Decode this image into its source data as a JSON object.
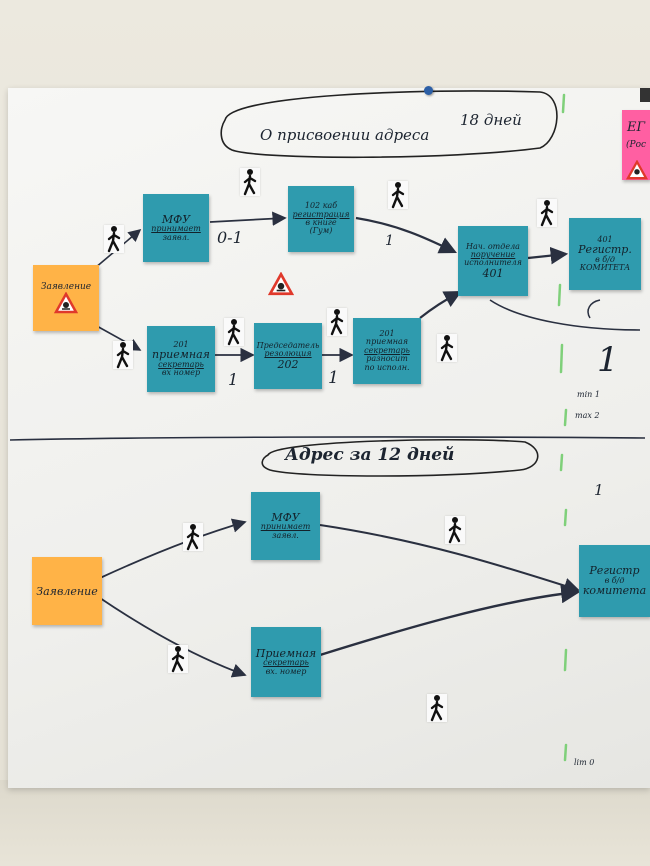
{
  "section1": {
    "title": "О присвоении адреса",
    "duration": "18 дней",
    "applicant": "Заявление",
    "notes": {
      "mfu": [
        "МФУ",
        "принимает",
        "заявл."
      ],
      "registration": [
        "102 каб",
        "регистрация",
        "в книге",
        "(Гум)"
      ],
      "dept_head": [
        "Нач. отдела",
        "поручение",
        "исполнителя",
        "401"
      ],
      "register": [
        "401",
        "Регистр.",
        "в б/д",
        "КОМИТЕТА"
      ],
      "reception": [
        "201",
        "приемная",
        "секретарь",
        "вх номер"
      ],
      "chairman": [
        "Председатель",
        "резолюция",
        "202"
      ],
      "secretary": [
        "201",
        "приемная",
        "секретарь",
        "разносит",
        "по исполн."
      ]
    },
    "labels": {
      "zero_one": "0-1",
      "one_a": "1",
      "one_b": "1",
      "one_c": "1",
      "big_one": "1",
      "min": "min 1",
      "max": "max 2"
    },
    "pink_note": [
      "ЕГ",
      "(Рос"
    ]
  },
  "section2": {
    "title": "Адрес за 12 дней",
    "applicant": "Заявление",
    "notes": {
      "mfu": [
        "МФУ",
        "принимает",
        "заявл."
      ],
      "reception": [
        "Приемная",
        "секретарь",
        "вх. номер"
      ],
      "register": [
        "Регистр",
        "в б/д",
        "комитета"
      ]
    },
    "labels": {
      "one": "1",
      "lim": "lim 0"
    }
  },
  "icons": {
    "person": "walking-person-icon",
    "warning": "hazard-triangle-icon",
    "pin": "push-pin-icon"
  },
  "colors": {
    "teal_note": "#2f9bae",
    "orange_note": "#ffb347",
    "pink_note": "#ff5fa2",
    "ink": "#1c2430",
    "green_marker": "#7fd07a"
  }
}
